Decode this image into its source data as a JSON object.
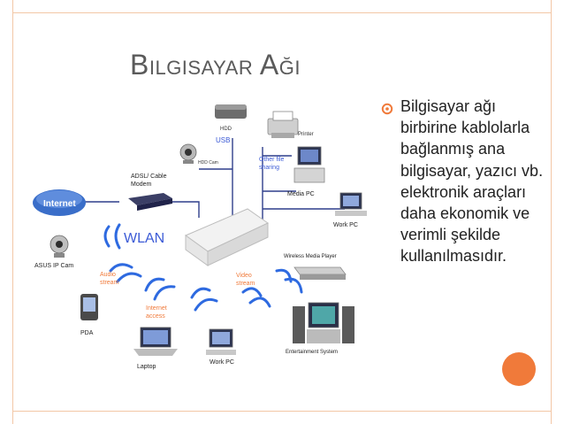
{
  "slide": {
    "title": "Bilgisayar Ağı",
    "bullet": "Bilgisayar ağı birbirine kablolarla bağlanmış ana bilgisayar, yazıcı vb. elektronik araçları daha ekonomik ve verimli şekilde kullanılmasıdır.",
    "accent_color": "#f07a3a",
    "frame_color": "#f3c7a6"
  },
  "diagram": {
    "labels": {
      "hdd": "HDD",
      "usb": "USB",
      "printer": "Printer",
      "hdd_cam": "HDD Cam",
      "adsl": "ADSL/ Cable",
      "modem": "Modem",
      "internet": "Internet",
      "other_file": "Other file",
      "sharing": "sharing",
      "media_pc": "Media PC",
      "work_pc_right": "Work PC",
      "wlan": "WLAN",
      "asus_ip_cam": "ASUS IP Cam",
      "audio": "Audio",
      "stream": "stream",
      "video": "Video",
      "video_stream": "stream",
      "wireless_media_player": "Wireless Media Player",
      "pda": "PDA",
      "internet_access": "Internet",
      "access": "access",
      "laptop": "Laptop",
      "work_pc_bottom": "Work PC",
      "entertainment_system": "Entertainment System"
    }
  }
}
